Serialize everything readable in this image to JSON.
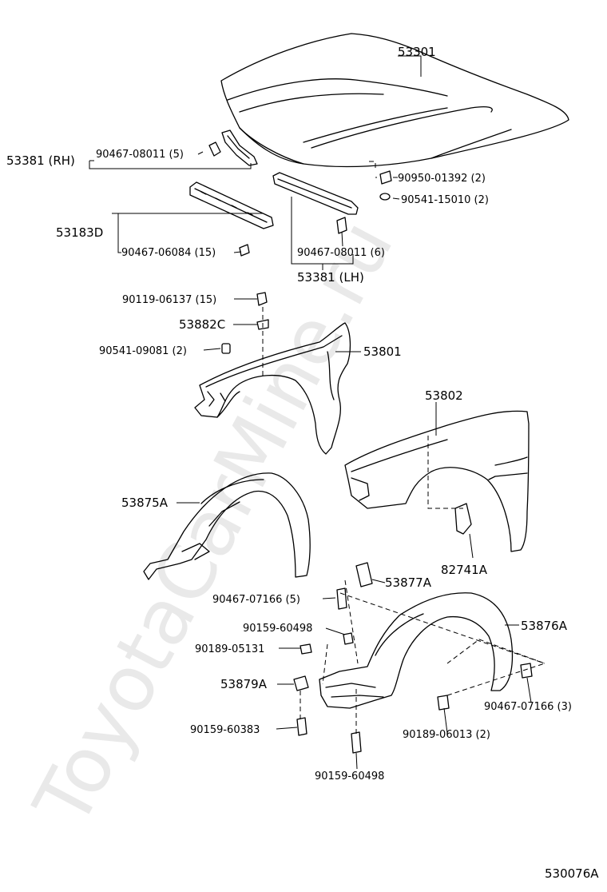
{
  "watermark": "ToyotaCarMine.ru",
  "diagram_code": "530076A",
  "parts": {
    "hood": "53301",
    "hinge_rh": "53381 (RH)",
    "hinge_rh_bolt": "90467-08011 (5)",
    "cushion": "90950-01392 (2)",
    "cushion2": "90541-15010 (2)",
    "seal": "53183D",
    "seal_clip": "90467-06084 (15)",
    "hinge_lh_clip": "90467-08011 (6)",
    "hinge_lh": "53381 (LH)",
    "fender_bolt": "90119-06137 (15)",
    "fender_bracket": "53882C",
    "fender_cushion": "90541-09081 (2)",
    "fender_rh": "53801",
    "fender_lh": "53802",
    "liner_rh": "53875A",
    "fender_clip": "82741A",
    "liner_lh_clip_top": "53877A",
    "liner_lh_clip": "90467-07166 (5)",
    "liner_screw_a": "90159-60498",
    "liner_nut": "90189-05131",
    "liner_lh": "53876A",
    "liner_seal": "53879A",
    "liner_clip_b": "90467-07166 (3)",
    "liner_screw_b": "90159-60383",
    "liner_nut_b": "90189-06013 (2)",
    "liner_screw_c": "90159-60498"
  }
}
